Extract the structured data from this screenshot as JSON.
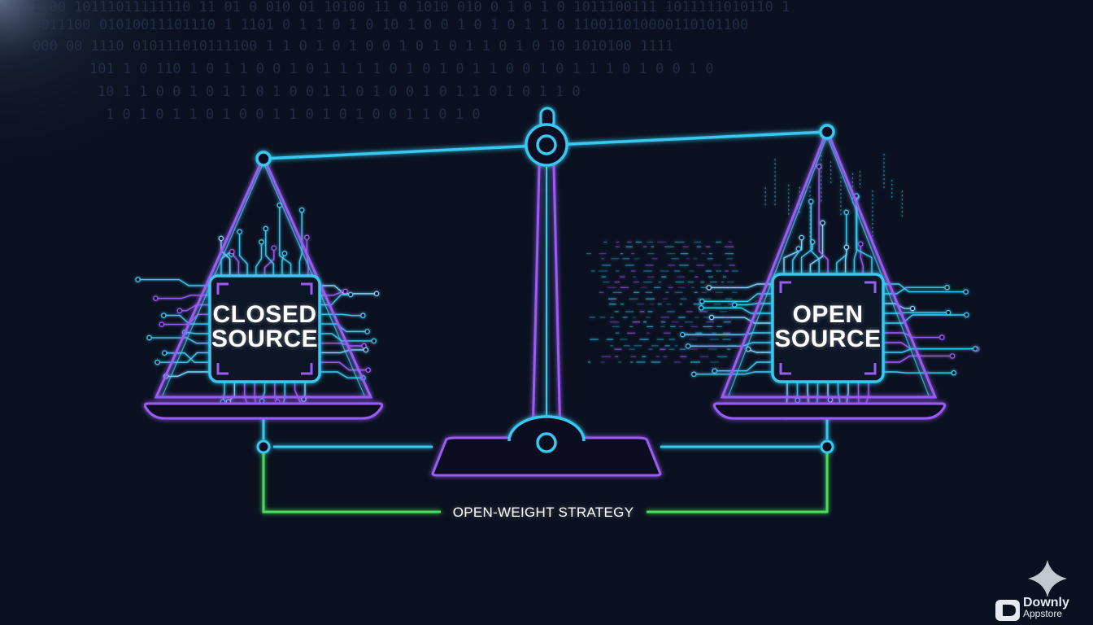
{
  "background_code": [
    "1100 10111011111110 11 01 0 010 01 10100 11 0 1010 010 0 1 0 1 0 1011100111 1011111010110 1",
    "0011100  01010011101110 1 1101 0 1 1 0 1 0 10 1 0 0 1 0 1 0 1 1 0 110011010000110101100",
    "000 00 1110 010111010111100 1 1 0 1 0 1 0 0 1 0 1 0 1 1 0 1 0 10 1010100 1111",
    "101 1 0 110 1 0 1 1 0 0 1 0 1 1 1 1 0 1 0 1 0 1 1 0 0 1 0 1 1 1 0 1 0 0 1 0",
    "10 1 1 0 0 1 0 1 1 0 1 0 0 1 1 0 1 0 0 1 0 1 1 0 1 0 1 1 0",
    "1 0 1 0 1 1 0 1 0 0 1 1 0 1 0 1 0 0 1 1 0 1 0"
  ],
  "closed_chip": {
    "line1": "CLOSED",
    "line2": "SOURCE"
  },
  "open_chip": {
    "line1": "OPEN",
    "line2": "SOURCE"
  },
  "strategy_label": "OPEN-WEIGHT STRATEGY",
  "watermark": {
    "name": "Downly",
    "sub": "Appstore"
  },
  "colors": {
    "background": "#0b1120",
    "cyan": "#38c9f2",
    "purple": "#9b5cf6",
    "green": "#4ade5a",
    "text": "#ffffff"
  }
}
